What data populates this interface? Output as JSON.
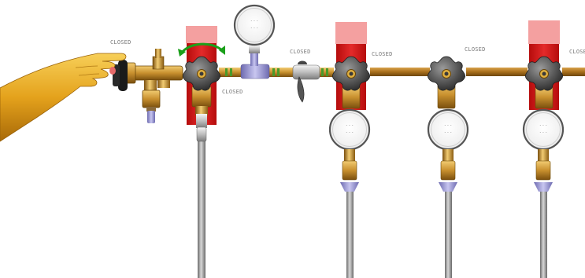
{
  "labels": {
    "cylinder_valve": "CLOSED",
    "isolation_valve": "CLOSED",
    "vent_valve": "CLOSED",
    "outlet_valve_1": "CLOSED",
    "outlet_valve_2": "CLOSED",
    "outlet_valve_3": "CLOSED"
  },
  "gauge_face": {
    "marks": "· · ·\n· · ·"
  },
  "colors": {
    "brass": "#c8902e",
    "brass_dark": "#8a5c12",
    "pipe": "#b07a26",
    "handle": "#555555",
    "bracket": "#d01818",
    "bracket_top": "#f4a0a0",
    "stem": "#909090",
    "arrow": "#1aa01a",
    "hand": "#e4a21c"
  },
  "icons": {
    "hand": "hand-icon",
    "rotate_arrow": "rotate-arrow-icon",
    "gauge": "pressure-gauge-icon",
    "handwheel": "handwheel-icon",
    "lever": "lever-handle-icon"
  }
}
